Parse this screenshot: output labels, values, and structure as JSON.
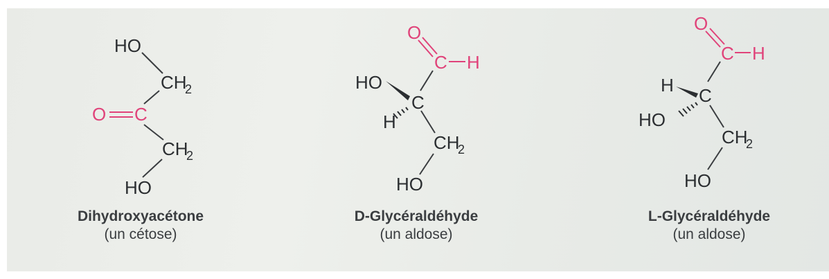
{
  "colors": {
    "ink": "#2b2e31",
    "accent": "#e0437a"
  },
  "molecules": [
    {
      "id": "dha",
      "name": "Dihydroxyacétone",
      "kind": "(un cétose)",
      "atoms": {
        "ho_top": "HO",
        "ch2_top": "CH",
        "ch2_top_sub": "2",
        "o": "O",
        "c": "C",
        "ch2_bottom": "CH",
        "ch2_bottom_sub": "2",
        "ho_bottom": "HO"
      }
    },
    {
      "id": "d_gly",
      "prefix": "D",
      "name": "-Glycéraldéhyde",
      "kind": "(un aldose)",
      "atoms": {
        "o": "O",
        "c_ald": "C",
        "h_ald": "H",
        "ho_left": "HO",
        "c_center": "C",
        "h_left": "H",
        "ch2": "CH",
        "ch2_sub": "2",
        "ho_bottom": "HO"
      }
    },
    {
      "id": "l_gly",
      "prefix": "L",
      "name": "-Glycéraldéhyde",
      "kind": "(un aldose)",
      "atoms": {
        "o": "O",
        "c_ald": "C",
        "h_ald": "H",
        "h_left": "H",
        "c_center": "C",
        "ho_left": "HO",
        "ch2": "CH",
        "ch2_sub": "2",
        "ho_bottom": "HO"
      }
    }
  ]
}
